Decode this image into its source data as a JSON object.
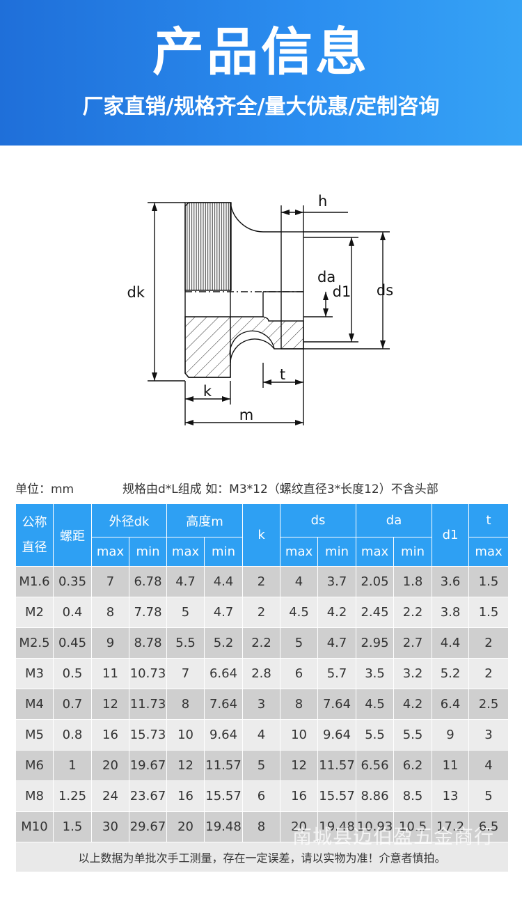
{
  "banner": {
    "title": "产品信息",
    "subtitle": "厂家直销/规格齐全/量大优惠/定制咨询",
    "color_start": "#1f6fd9",
    "color_end": "#36a3f5"
  },
  "diagram": {
    "labels": {
      "h": "h",
      "dk": "dk",
      "da": "da",
      "d1": "d1",
      "ds": "ds",
      "k": "k",
      "t": "t",
      "m": "m"
    }
  },
  "unit_note": {
    "unit": "单位：mm",
    "spec": "规格由d*L组成 如：M3*12（螺纹直径3*长度12）不含头部"
  },
  "table": {
    "header_color": "#2ea0f3",
    "headers": {
      "nominal": "公称直径",
      "pitch": "螺距",
      "dk": "外径dk",
      "m": "高度m",
      "k": "k",
      "ds": "ds",
      "da": "da",
      "d1": "d1",
      "t": "t"
    },
    "sub": {
      "max": "max",
      "min": "min"
    },
    "rows": [
      [
        "M1.6",
        "0.35",
        "7",
        "6.78",
        "4.7",
        "4.4",
        "2",
        "4",
        "3.7",
        "2.05",
        "1.8",
        "3.6",
        "1.5"
      ],
      [
        "M2",
        "0.4",
        "8",
        "7.78",
        "5",
        "4.7",
        "2",
        "4.5",
        "4.2",
        "2.45",
        "2.2",
        "3.8",
        "1.5"
      ],
      [
        "M2.5",
        "0.45",
        "9",
        "8.78",
        "5.5",
        "5.2",
        "2.2",
        "5",
        "4.7",
        "2.95",
        "2.7",
        "4.4",
        "2"
      ],
      [
        "M3",
        "0.5",
        "11",
        "10.73",
        "7",
        "6.64",
        "2.8",
        "6",
        "5.7",
        "3.5",
        "3.2",
        "5.2",
        "2"
      ],
      [
        "M4",
        "0.7",
        "12",
        "11.73",
        "8",
        "7.64",
        "3",
        "8",
        "7.64",
        "4.5",
        "4.2",
        "6.4",
        "2.5"
      ],
      [
        "M5",
        "0.8",
        "16",
        "15.73",
        "10",
        "9.64",
        "4",
        "10",
        "9.64",
        "5.5",
        "5.5",
        "9",
        "3"
      ],
      [
        "M6",
        "1",
        "20",
        "19.67",
        "12",
        "11.57",
        "5",
        "12",
        "11.57",
        "6.56",
        "6.2",
        "11",
        "4"
      ],
      [
        "M8",
        "1.25",
        "24",
        "23.67",
        "16",
        "15.57",
        "6",
        "16",
        "15.57",
        "8.86",
        "8.5",
        "13",
        "5"
      ],
      [
        "M10",
        "1.5",
        "30",
        "29.67",
        "20",
        "19.48",
        "8",
        "20",
        "19.48",
        "10.93",
        "10.5",
        "17.2",
        "6.5"
      ]
    ],
    "footer": "以上数据为单批次手工测量，存在一定误差，请以实物为准！介意者慎拍。"
  },
  "watermark": "南城县迈伯盈五金商行"
}
